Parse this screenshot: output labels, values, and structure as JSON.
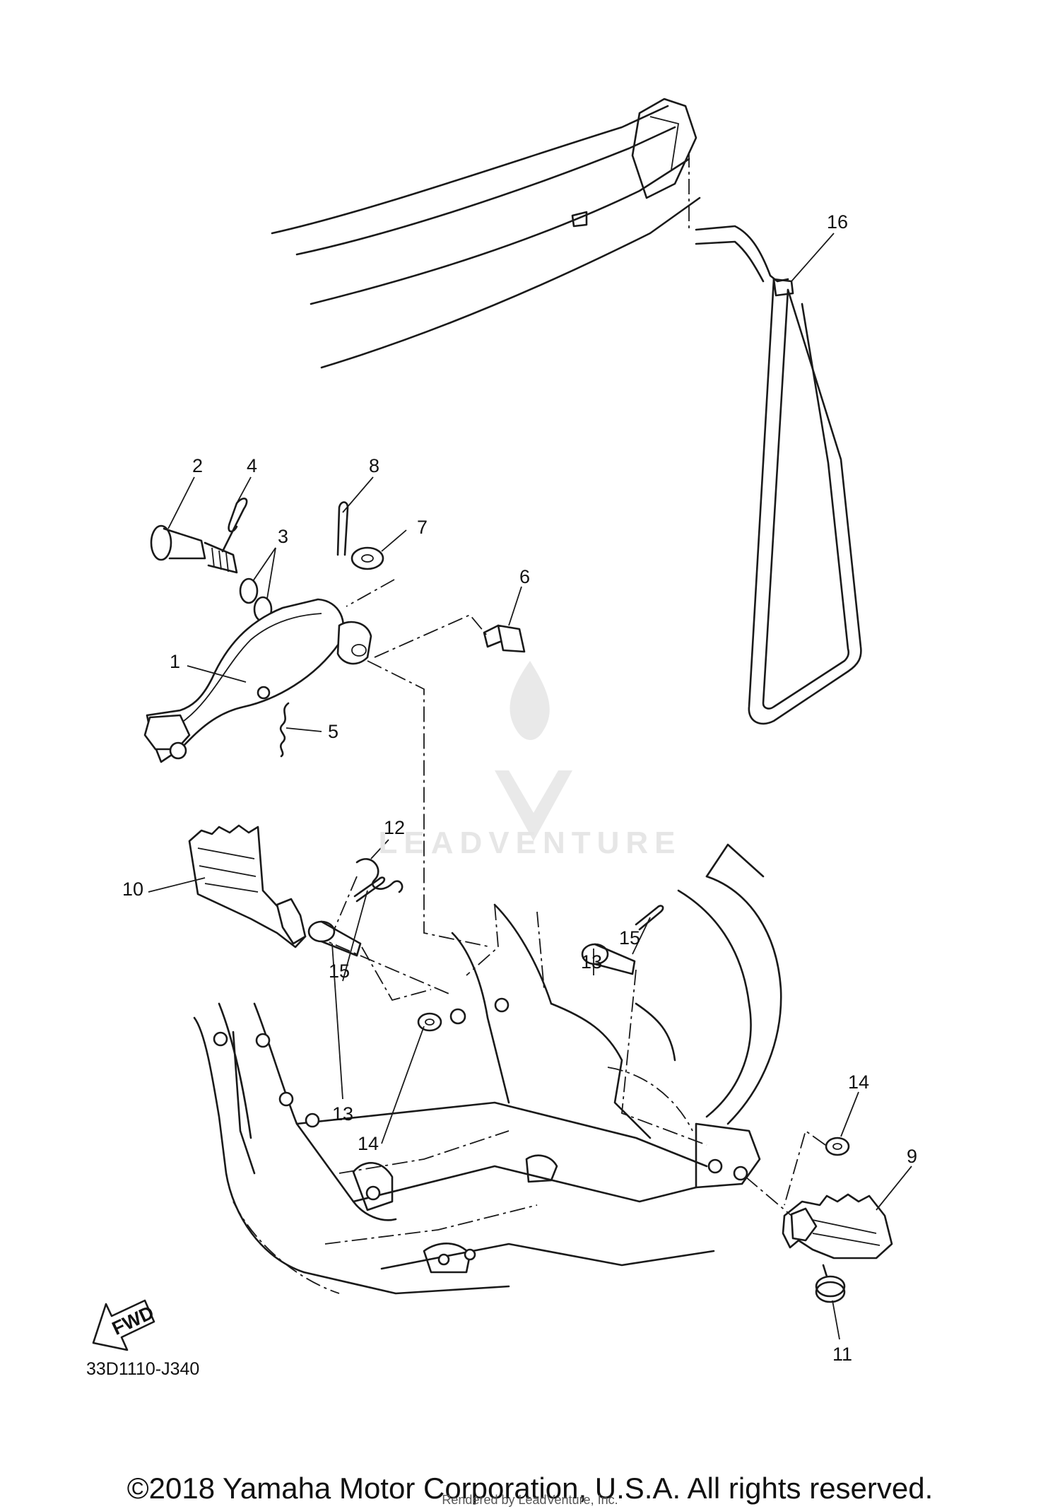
{
  "callouts": {
    "c1": "1",
    "c2": "2",
    "c3": "3",
    "c4": "4",
    "c5": "5",
    "c6": "6",
    "c7": "7",
    "c8": "8",
    "c9": "9",
    "c10": "10",
    "c11": "11",
    "c12": "12",
    "c13a": "13",
    "c13b": "13",
    "c14a": "14",
    "c14b": "14",
    "c15a": "15",
    "c15b": "15",
    "c16": "16"
  },
  "fwd_label": "FWD",
  "diagram_code": "33D1110-J340",
  "copyright": "©2018 Yamaha Motor Corporation, U.S.A. All rights reserved.",
  "rendered_by": "Rendered by LeadVenture, Inc.",
  "watermark": {
    "text": "LEADVENTURE",
    "color": "#e6e6e6"
  }
}
